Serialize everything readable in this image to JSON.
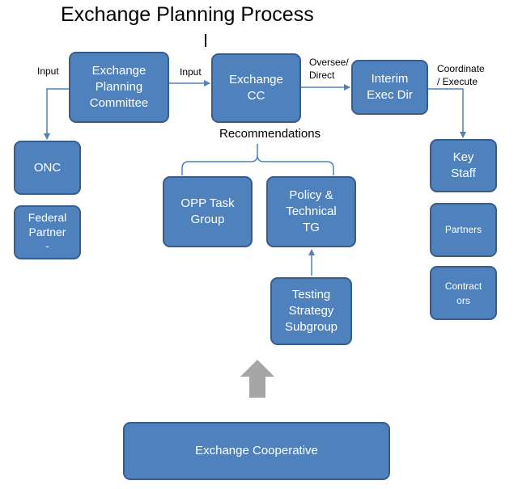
{
  "title": "Exchange Planning Process",
  "boxes": {
    "planning_committee": "Exchange\nPlanning\nCommittee",
    "exchange_cc": "Exchange\nCC",
    "interim_exec_dir": "Interim\nExec Dir",
    "onc": "ONC",
    "federal_partner": "Federal\nPartner\n-",
    "key_staff": "Key\nStaff",
    "partners": "Partners",
    "contractors": "Contract\nors",
    "opp_task_group": "OPP Task\nGroup",
    "policy_technical_tg": "Policy &\nTechnical\nTG",
    "testing_strategy": "Testing\nStrategy\nSubgroup",
    "exchange_cooperative": "Exchange Cooperative"
  },
  "labels": {
    "input_left": "Input",
    "input_mid": "Input",
    "oversee_direct": "Oversee/\nDirect",
    "coordinate_execute": "Coordinate\n/ Execute",
    "recommendations": "Recommendations"
  },
  "colors": {
    "box_fill": "#4f81bd",
    "box_border": "#385d8a",
    "connector": "#4f81bd",
    "big_arrow": "#a6a6a6"
  }
}
